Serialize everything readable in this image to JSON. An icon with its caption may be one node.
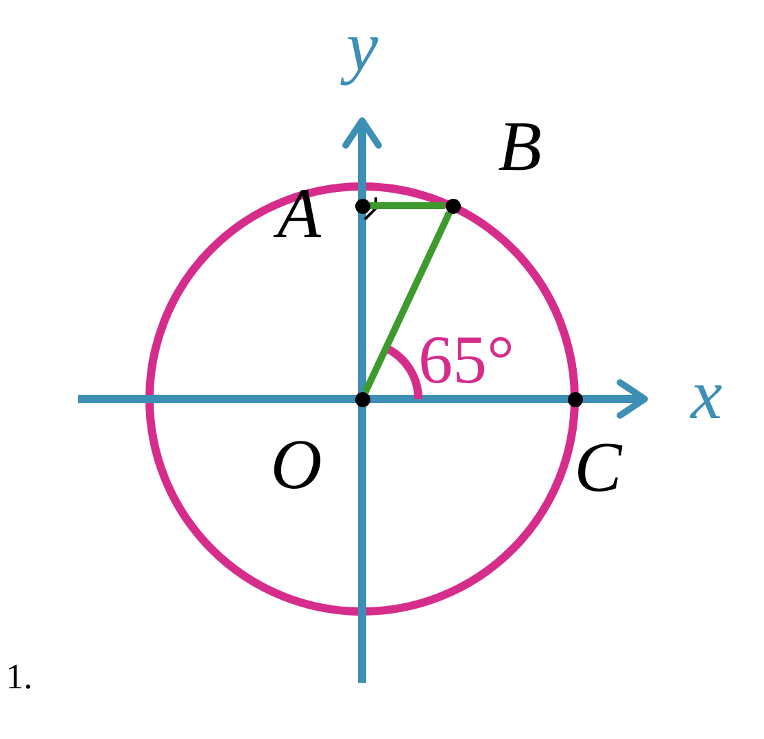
{
  "diagram": {
    "nodes": [
      {
        "text": [
          "A"
        ]
      },
      {
        "text": [
          "B"
        ]
      },
      {
        "text": [
          "O"
        ]
      },
      {
        "text": [
          "C"
        ]
      }
    ],
    "edges": [
      {
        "from": 0,
        "to": 1,
        "arrow": "none"
      },
      {
        "from": 2,
        "to": 1,
        "arrow": "none"
      }
    ],
    "labels": [
      "y",
      "x",
      "65°",
      "1."
    ]
  }
}
